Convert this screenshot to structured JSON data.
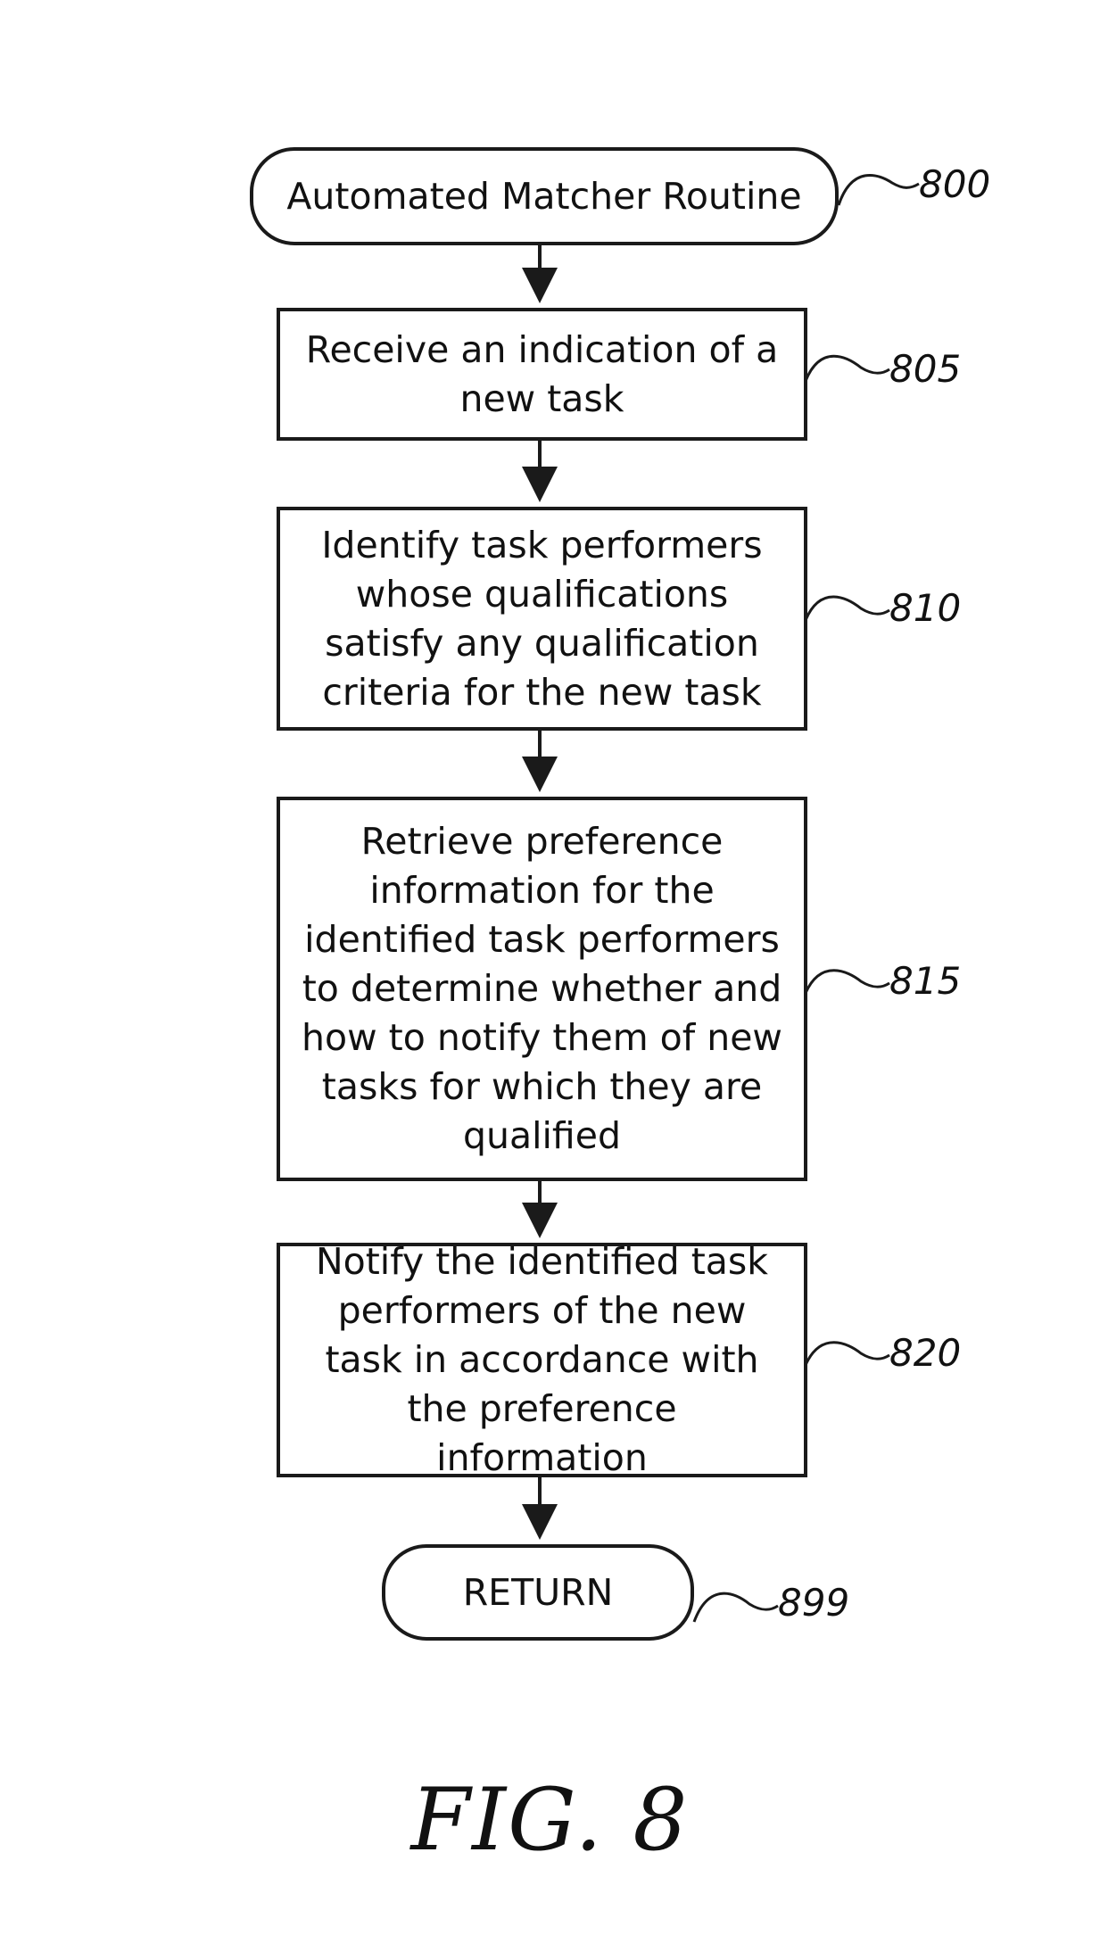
{
  "flowchart": {
    "start": {
      "text": "Automated Matcher Routine",
      "ref": "800"
    },
    "steps": [
      {
        "text": "Receive an indication of a new task",
        "ref": "805"
      },
      {
        "text": "Identify task performers whose qualifications satisfy any qualification criteria for the new task",
        "ref": "810"
      },
      {
        "text": "Retrieve preference information for the identified task performers to determine whether and how to notify them of new tasks for which they are qualified",
        "ref": "815"
      },
      {
        "text": "Notify the identified task performers of the new task in accordance with the preference information",
        "ref": "820"
      }
    ],
    "end": {
      "text": "RETURN",
      "ref": "899"
    }
  },
  "figure": {
    "label": "FIG. 8"
  }
}
